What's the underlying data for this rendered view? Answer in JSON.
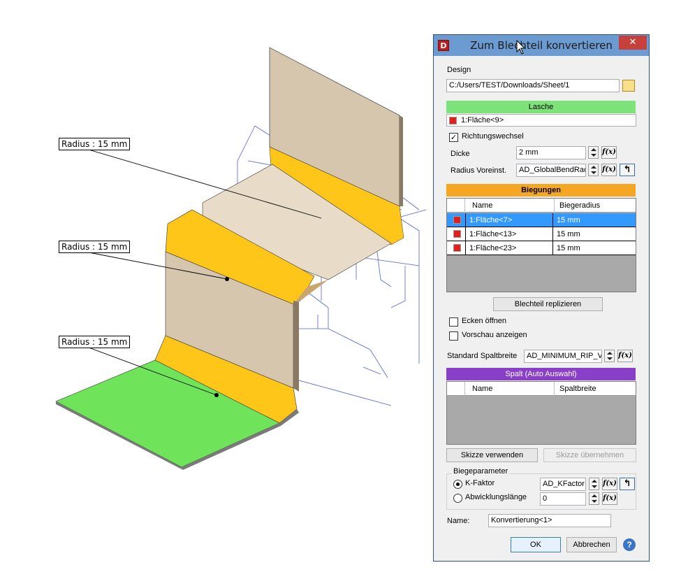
{
  "viewport": {
    "dimension_labels": [
      "Radius : 15 mm",
      "Radius : 15 mm",
      "Radius : 15 mm"
    ]
  },
  "dialog": {
    "title": "Zum Blechteil konvertieren",
    "app_icon_letter": "D",
    "close_glyph": "✕",
    "design_label": "Design",
    "design_path": "C:/Users/TEST/Downloads/Sheet/1",
    "lasche_header": "Lasche",
    "lasche_face": "1:Fläche<9>",
    "richtungswechsel_label": "Richtungswechsel",
    "richtungswechsel_checked": true,
    "dicke_label": "Dicke",
    "dicke_value": "2 mm",
    "radius_label": "Radius Voreinst.",
    "radius_value": "AD_GlobalBendRad",
    "fx_label": "f(x)",
    "biegungen_header": "Biegungen",
    "biegungen_columns": [
      "Name",
      "Biegeradius"
    ],
    "biegungen_rows": [
      {
        "name": "1:Fläche<7>",
        "radius": "15 mm",
        "selected": true
      },
      {
        "name": "1:Fläche<13>",
        "radius": "15 mm",
        "selected": false
      },
      {
        "name": "1:Fläche<23>",
        "radius": "15 mm",
        "selected": false
      }
    ],
    "replicate_button": "Blechteil replizieren",
    "ecken_label": "Ecken öffnen",
    "vorschau_label": "Vorschau anzeigen",
    "spalt_breite_label": "Standard Spaltbreite",
    "spalt_breite_value": "AD_MINIMUM_RIP_V",
    "spalt_header": "Spalt (Auto Auswahl)",
    "spalt_columns": [
      "Name",
      "Spaltbreite"
    ],
    "skizze_verwenden": "Skizze verwenden",
    "skizze_uebernehmen": "Skizze übernehmen",
    "biegeparameter_label": "Biegeparameter",
    "kfaktor_label": "K-Faktor",
    "kfaktor_value": "AD_KFactor",
    "abwicklung_label": "Abwicklungslänge",
    "abwicklung_value": "0",
    "name_label": "Name:",
    "name_value": "Konvertierung<1>",
    "ok_button": "OK",
    "cancel_button": "Abbrechen",
    "help_glyph": "?"
  },
  "colors": {
    "lasche_band": "#7ee27a",
    "biegungen_band": "#f5a623",
    "spalt_band": "#8a3fc8",
    "selected_row": "#3399ff",
    "face_green": "#6fe35a",
    "bend_yellow": "#ffc61a",
    "sheet_tan": "#d6c6ae"
  }
}
